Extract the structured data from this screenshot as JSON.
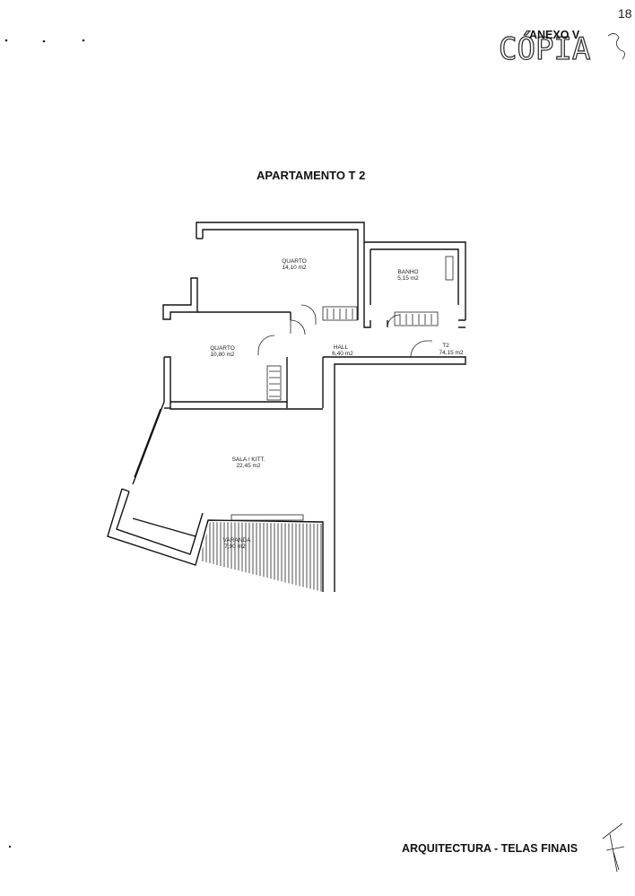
{
  "header": {
    "stamp_word": "CÓPIA",
    "annex_label": "ANEXO V",
    "page_number": "18"
  },
  "plan": {
    "title": "APARTAMENTO T 2",
    "rooms": [
      {
        "id": "quarto-1",
        "name": "QUARTO",
        "area": "14,10 m2"
      },
      {
        "id": "banho",
        "name": "BANHO",
        "area": "5,15 m2"
      },
      {
        "id": "quarto-2",
        "name": "QUARTO",
        "area": "10,80 m2"
      },
      {
        "id": "hall",
        "name": "HALL",
        "area": "6,40 m2"
      },
      {
        "id": "t2",
        "name": "T2",
        "area": "74,15 m2"
      },
      {
        "id": "sala",
        "name": "SALA / KITT.",
        "area": "22,45 m2"
      },
      {
        "id": "varanda",
        "name": "VARANDA",
        "area": "7,90 m2"
      }
    ]
  },
  "footer": {
    "label": "ARQUITECTURA - TELAS FINAIS"
  }
}
